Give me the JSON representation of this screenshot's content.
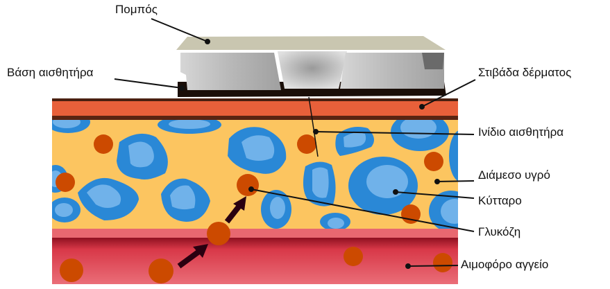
{
  "labels": {
    "transmitter": "Πομπός",
    "sensor_base": "Βάση αισθητήρα",
    "skin_layer": "Στιβάδα δέρματος",
    "sensor_filament": "Ινίδιο αισθητήρα",
    "interstitial_fluid": "Διάμεσο υγρό",
    "cell": "Κύτταρο",
    "glucose": "Γλυκόζη",
    "blood_vessel": "Αιμοφόρο αγγείο"
  },
  "colors": {
    "skin": "#E8603A",
    "fluid": "#FCC560",
    "cell_outer": "#2A88D6",
    "cell_inner": "#70B2EA",
    "glucose": "#CC4A00",
    "blood": "#E3505E",
    "arrow": "#2A0010"
  }
}
